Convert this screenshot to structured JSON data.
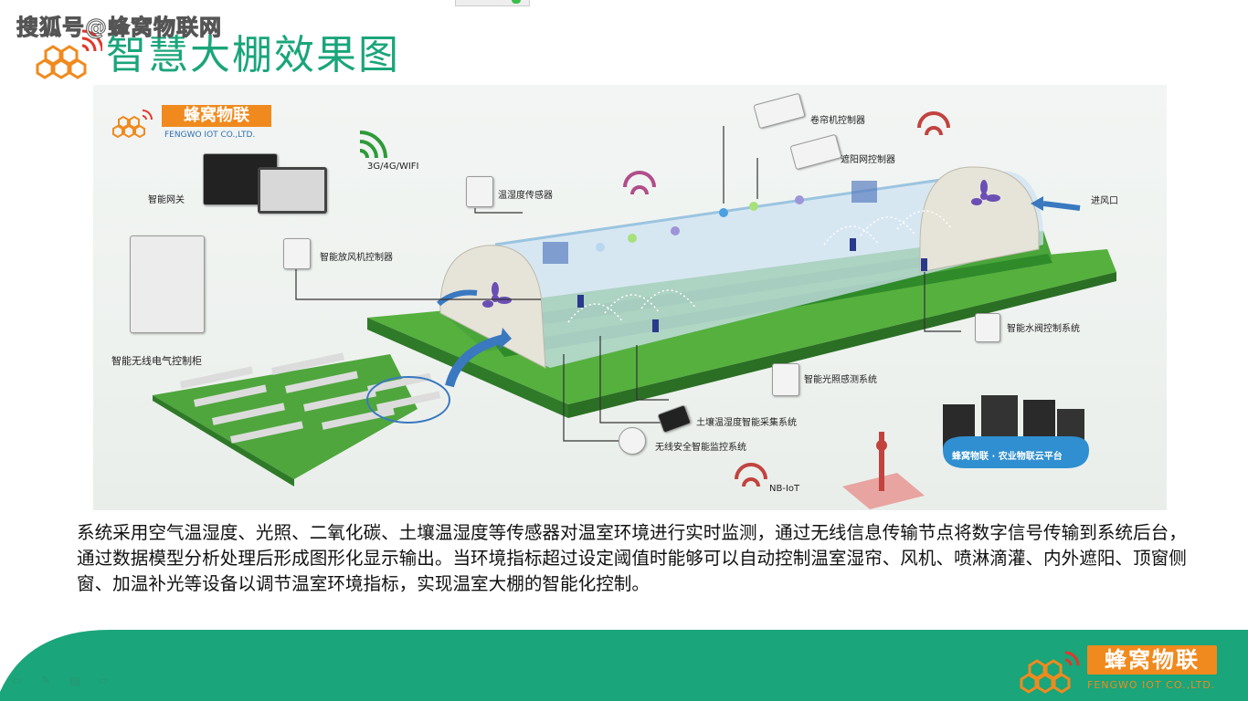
{
  "header": {
    "watermark": "搜狐号@蜂窝物联网",
    "title": "智慧大棚效果图"
  },
  "figure": {
    "brand": {
      "name": "蜂窝物联",
      "sub": "FENGWO IOT CO.,LTD."
    },
    "labels": {
      "gateway": "智能网关",
      "network": "3G/4G/WIFI",
      "temp_humidity_sensor": "温湿度传感器",
      "fan_controller": "智能放风机控制器",
      "cabinet": "智能无线电气控制柜",
      "roller_controller": "卷帘机控制器",
      "shade_controller": "遮阳网控制器",
      "air_inlet": "进风口",
      "water_valve": "智能水阀控制系统",
      "light_sensing": "智能光照感测系统",
      "soil_collection": "土壤温湿度智能采集系统",
      "camera_system": "无线安全智能监控系统",
      "nbiot": "NB-IoT",
      "cloud_platform": "蜂窝物联 · 农业物联云平台"
    }
  },
  "description": "系统采用空气温湿度、光照、二氧化碳、土壤温湿度等传感器对温室环境进行实时监测，通过无线信息传输节点将数字信号传输到系统后台，通过数据模型分析处理后形成图形化显示输出。当环境指标超过设定阈值时能够可以自动控制温室湿帘、风机、喷淋滴灌、内外遮阳、顶窗侧窗、加温补光等设备以调节温室环境指标，实现温室大棚的智能化控制。",
  "footer": {
    "brand": "蜂窝物联",
    "sub": "FENGWO IOT  CO.,LTD."
  },
  "colors": {
    "title": "#1aa57a",
    "brand_orange": "#f08a1e",
    "footer_teal": "#1aa57a",
    "field_green": "#3f9a34"
  },
  "icons": [
    "honeycomb-logo-icon",
    "wifi-signal-icon",
    "fan-icon",
    "camera-icon",
    "tower-icon",
    "arrow-icon"
  ]
}
